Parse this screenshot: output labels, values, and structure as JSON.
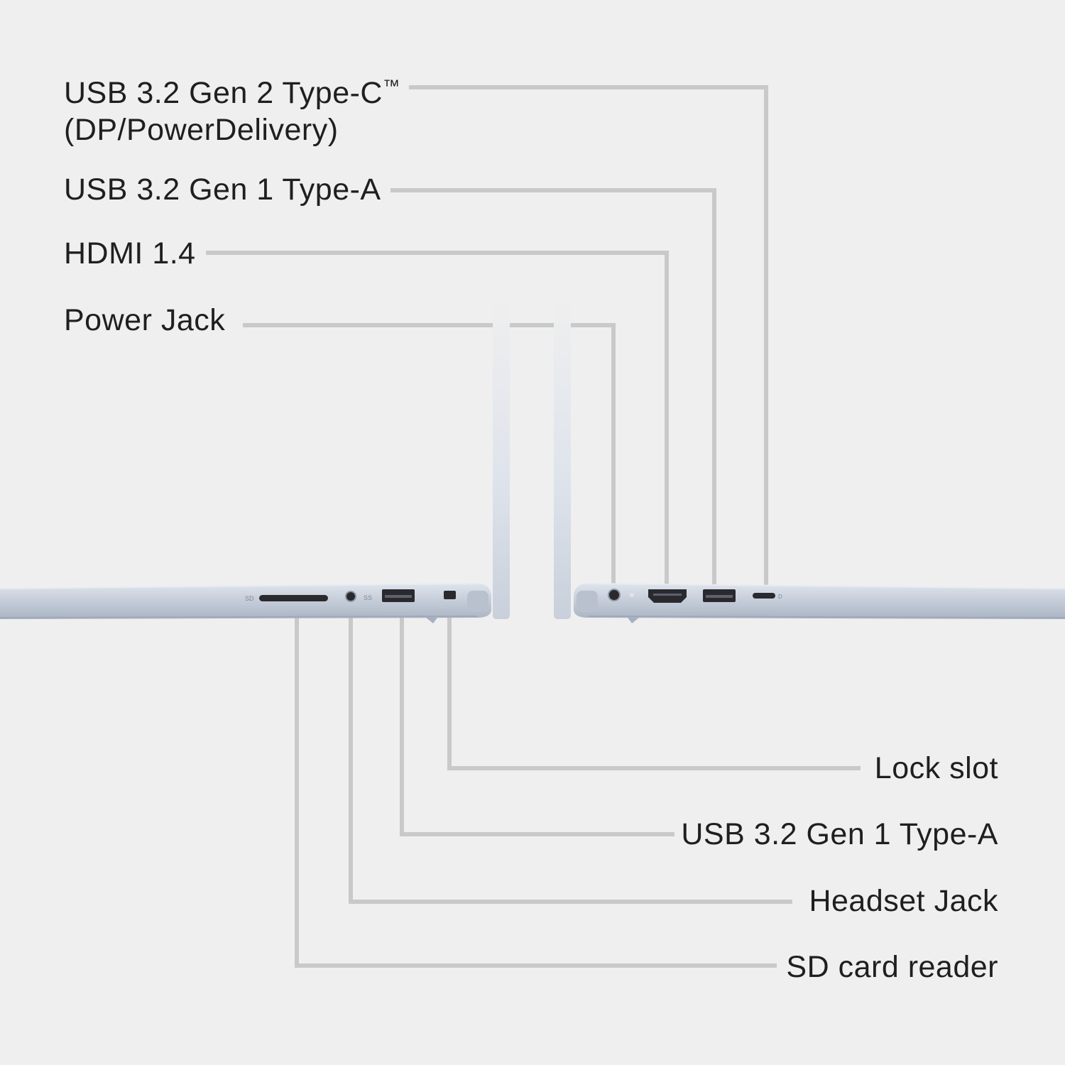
{
  "colors": {
    "background": "#efefef",
    "leader_line": "#c9c9c9",
    "laptop_body": "#c5ccd8",
    "laptop_edge": "#a9b3c2",
    "port": "#2a2a2e",
    "text": "#1f1f1f"
  },
  "right_side_callouts": [
    {
      "label_line1": "USB 3.2 Gen 2 Type-C",
      "trademark": "™",
      "label_line2": "(DP/PowerDelivery)"
    },
    {
      "label": "USB 3.2 Gen 1 Type-A"
    },
    {
      "label": "HDMI 1.4"
    },
    {
      "label": "Power Jack"
    }
  ],
  "left_side_callouts": [
    {
      "label": "Lock slot"
    },
    {
      "label": "USB 3.2 Gen 1 Type-A"
    },
    {
      "label": "Headset Jack"
    },
    {
      "label": "SD card reader"
    }
  ],
  "port_markings": {
    "sd_reader_icon_text": "SD",
    "usb_icon_text": "SS"
  }
}
